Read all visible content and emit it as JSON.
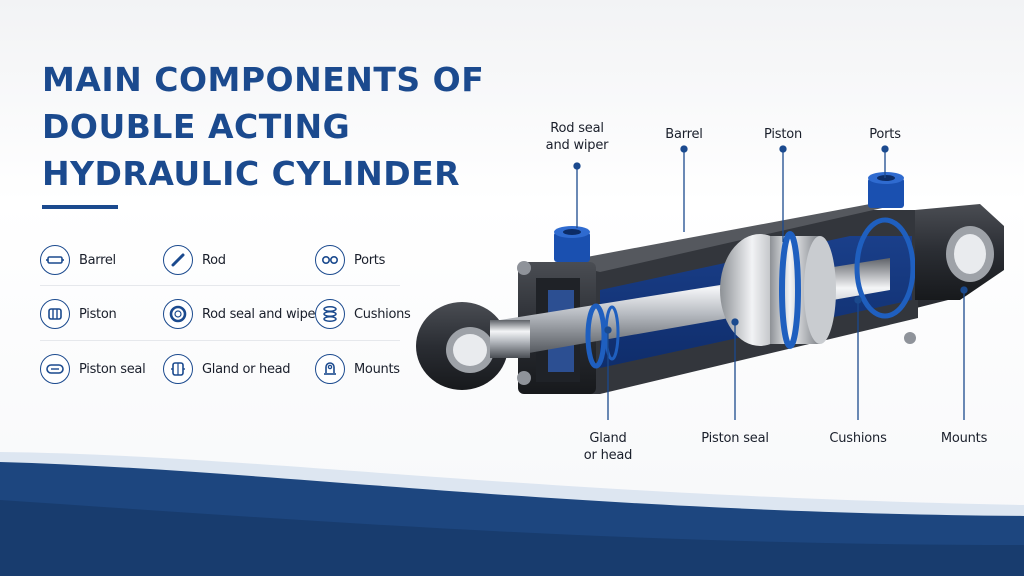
{
  "title_lines": [
    "MAIN COMPONENTS OF",
    "DOUBLE ACTING",
    "HYDRAULIC CYLINDER"
  ],
  "legend": [
    {
      "label": "Barrel",
      "icon": "barrel-icon"
    },
    {
      "label": "Rod",
      "icon": "rod-icon"
    },
    {
      "label": "Ports",
      "icon": "ports-icon"
    },
    {
      "label": "Piston",
      "icon": "piston-icon"
    },
    {
      "label": "Rod seal and wiper",
      "icon": "rod-seal-icon"
    },
    {
      "label": "Cushions",
      "icon": "cushions-icon"
    },
    {
      "label": "Piston seal",
      "icon": "piston-seal-icon"
    },
    {
      "label": "Gland or head",
      "icon": "gland-icon"
    },
    {
      "label": "Mounts",
      "icon": "mounts-icon"
    }
  ],
  "callouts": {
    "rod_seal_wiper": [
      "Rod seal",
      "and wiper"
    ],
    "barrel": "Barrel",
    "piston": "Piston",
    "ports": "Ports",
    "gland_head": [
      "Gland",
      "or head"
    ],
    "piston_seal": "Piston seal",
    "cushions": "Cushions",
    "mounts": "Mounts"
  },
  "colors": {
    "accent": "#1b4a8e",
    "seal_blue": "#1f5fbf",
    "body_dark": "#2a2d33"
  }
}
